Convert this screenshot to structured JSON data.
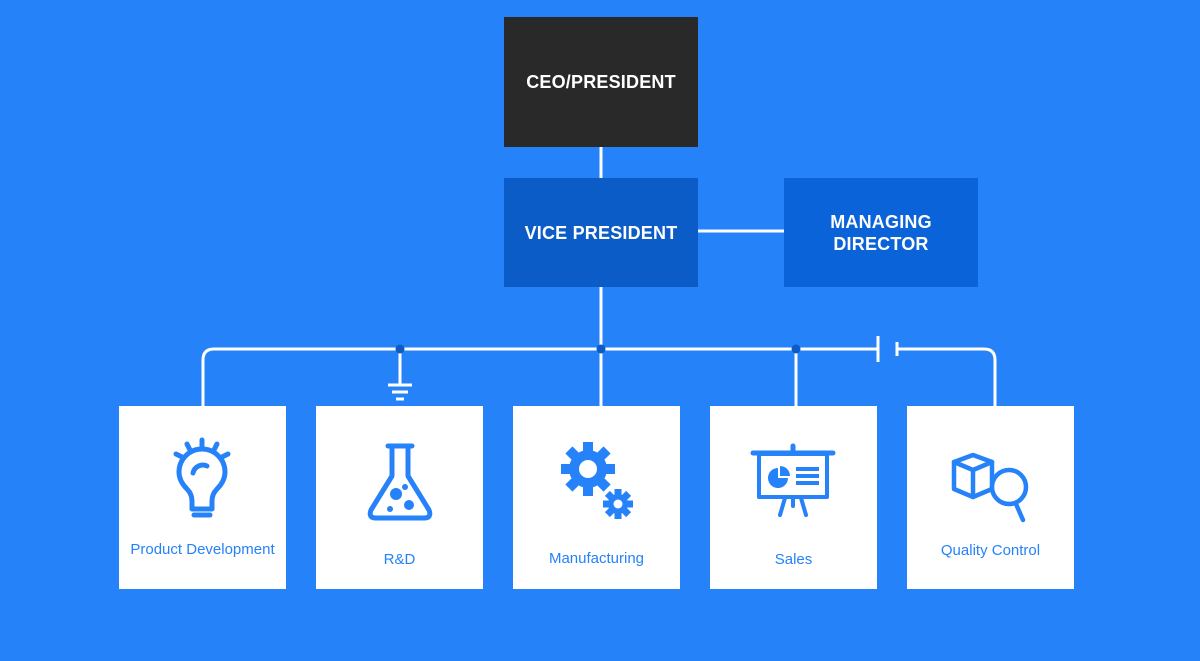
{
  "org": {
    "ceo": "CEO/PRESIDENT",
    "vp": "VICE PRESIDENT",
    "md": "MANAGING DIRECTOR"
  },
  "departments": [
    {
      "label": "Product Development",
      "icon": "lightbulb-icon"
    },
    {
      "label": "R&D",
      "icon": "flask-icon"
    },
    {
      "label": "Manufacturing",
      "icon": "gears-icon"
    },
    {
      "label": "Sales",
      "icon": "presentation-board-icon"
    },
    {
      "label": "Quality Control",
      "icon": "box-magnifier-icon"
    }
  ],
  "colors": {
    "background": "#2682F8",
    "ceo_box": "#292929",
    "vp_box": "#0B5CC6",
    "md_box": "#0A63D8",
    "dept_box": "#FFFFFF",
    "accent": "#2682F8",
    "junction_dot": "#0B5CC6"
  }
}
